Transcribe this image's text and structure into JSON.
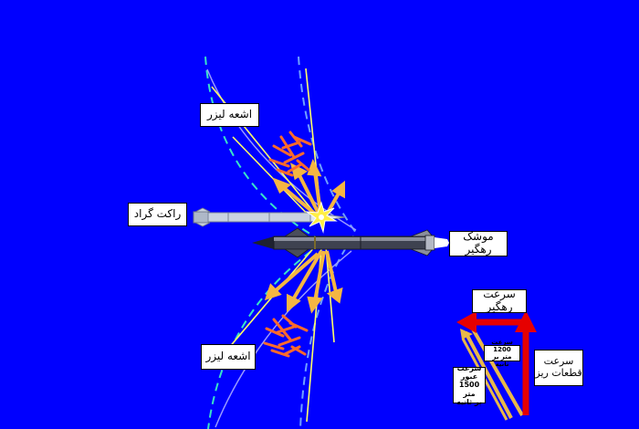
{
  "diagram": {
    "background_color": "#0000ff",
    "laser_color": "#ffff66",
    "vector_color": "#e60000",
    "fragment_color": "#ff6a2a",
    "labels": {
      "laser_top": "اشعه لیزر",
      "laser_bottom": "اشعه لیزر",
      "grad_rocket": "راکت گراد",
      "interceptor": "موشک رهگیر",
      "interceptor_speed": "سرعت رهگیر",
      "fragment_speed_line1": "سرعت",
      "fragment_speed_line2": "قطعات ریز",
      "speed_1200_line1": "سرعت 1200",
      "speed_1200_line2": "متر بر ثانیه",
      "crossing_speed_line1": "سرعت عبور",
      "crossing_speed_line2": "1500",
      "crossing_speed_line3": "متر",
      "crossing_speed_line4": "بر ثانیه"
    }
  }
}
